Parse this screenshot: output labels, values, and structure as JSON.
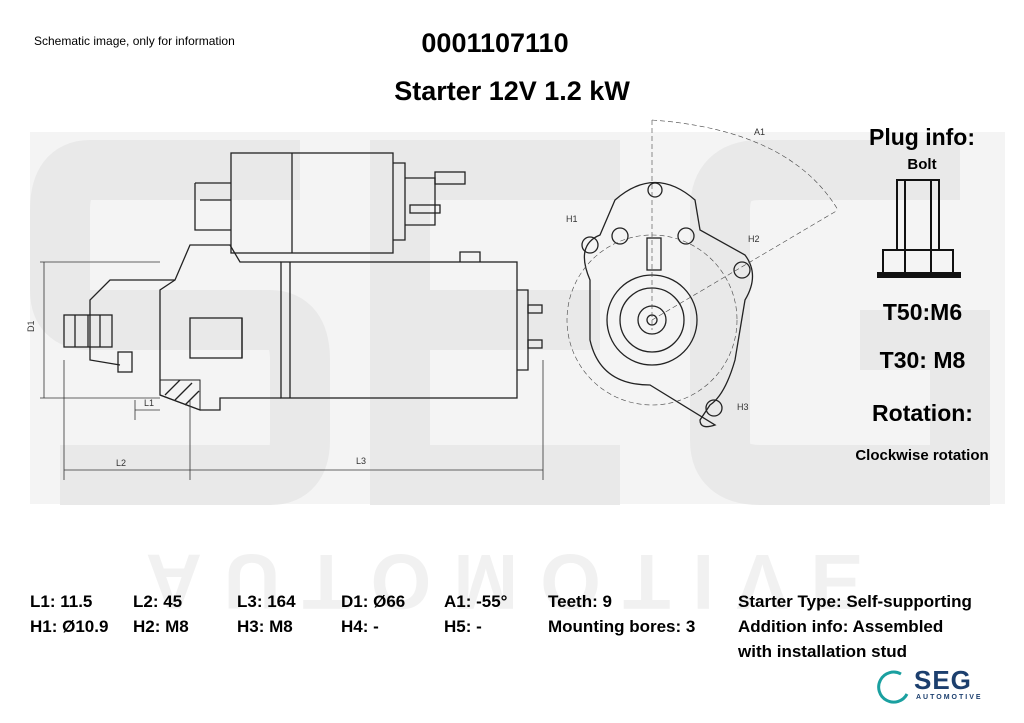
{
  "header": {
    "note": "Schematic image, only for information",
    "part_number": "0001107110",
    "title": "Starter 12V 1.2 kW"
  },
  "drawing_labels": {
    "d1": "D1",
    "l1": "L1",
    "l2": "L2",
    "l3": "L3",
    "h1": "H1",
    "h2": "H2",
    "h3": "H3",
    "a1": "A1"
  },
  "plug": {
    "title": "Plug info:",
    "type": "Bolt",
    "t50": "T50:M6",
    "t30": "T30: M8",
    "rotation_label": "Rotation:",
    "rotation_value": "Clockwise rotation"
  },
  "watermark": {
    "text": "AUTOMOTIVE"
  },
  "specs": {
    "l1": "L1: 11.5",
    "l2": "L2: 45",
    "l3": "L3: 164",
    "d1": "D1: Ø66",
    "a1": "A1: -55°",
    "teeth": "Teeth: 9",
    "h1": "H1: Ø10.9",
    "h2": "H2: M8",
    "h3": "H3: M8",
    "h4": "H4: -",
    "h5": "H5: -",
    "mounting_bores": "Mounting bores: 3",
    "starter_type": "Starter Type:  Self-supporting",
    "addition_info_1": "Addition info: Assembled",
    "addition_info_2": "with installation stud"
  },
  "logo": {
    "name": "SEG",
    "sub": "AUTOMOTIVE",
    "color": "#1c3f6e",
    "accent": "#1aa0a0"
  }
}
